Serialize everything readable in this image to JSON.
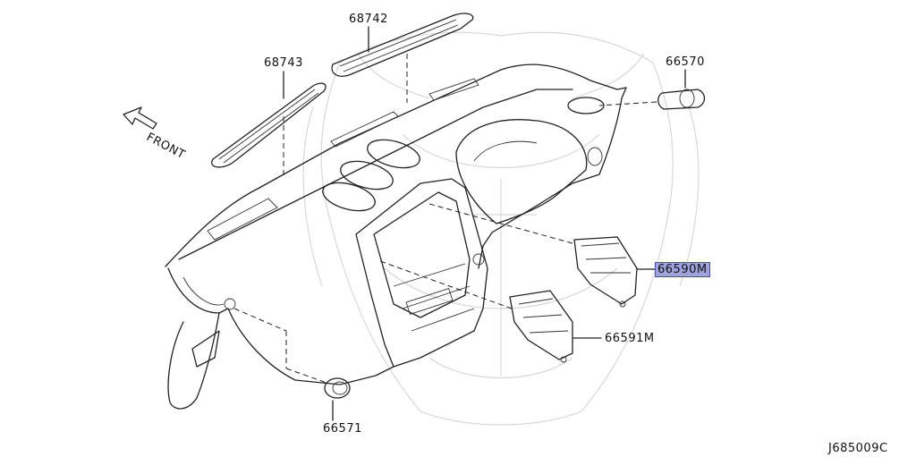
{
  "diagram_code": "J685009C",
  "direction_label": "FRONT",
  "parts": [
    {
      "number": "68742",
      "name_key": "upper-grille-right"
    },
    {
      "number": "68743",
      "name_key": "upper-grille-left"
    },
    {
      "number": "66570",
      "name_key": "side-vent-right"
    },
    {
      "number": "66590M",
      "name_key": "center-vent-right",
      "highlighted": true
    },
    {
      "number": "66591M",
      "name_key": "center-vent-left"
    },
    {
      "number": "66571",
      "name_key": "side-vent-left"
    }
  ],
  "colors": {
    "highlight_fill": "#9fa3dd",
    "highlight_border": "#4b50a8",
    "line": "#222222",
    "watermark": "#d8d8d8"
  }
}
